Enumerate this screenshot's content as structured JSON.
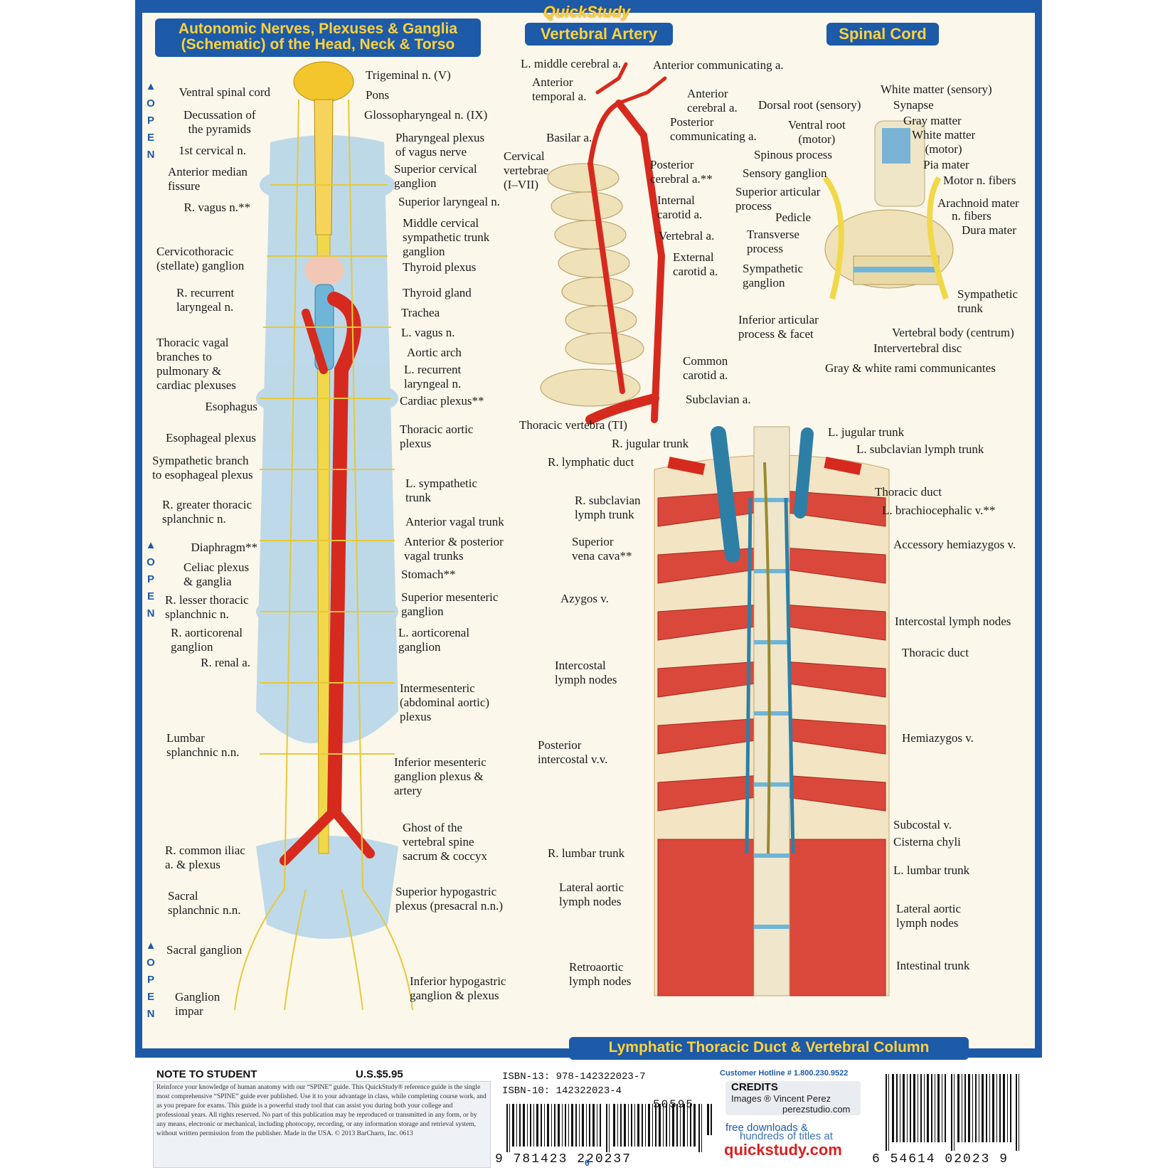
{
  "brand": "QuickStudy",
  "colors": {
    "frame": "#1d5aa8",
    "banner_text": "#ffd23a",
    "nerve": "#f0d84a",
    "artery": "#d62a1e",
    "vein": "#2e7fa6",
    "bone": "#efe1b8",
    "muscle": "#d9483a"
  },
  "sections": {
    "autonomic_title": [
      "Autonomic Nerves, Plexuses & Ganglia",
      "(Schematic) of the Head, Neck & Torso"
    ],
    "vertebral_artery_title": "Vertebral Artery",
    "spinal_cord_title": "Spinal Cord",
    "lymphatic_title": "Lymphatic Thoracic Duct & Vertebral Column"
  },
  "open_tab": "OPEN",
  "labels": {
    "autonomic_left": [
      "Ventral spinal cord",
      "Decussation of\nthe pyramids",
      "1st cervical n.",
      "Anterior median\nfissure",
      "R. vagus n.**",
      "Cervicothoracic\n(stellate) ganglion",
      "R. recurrent\nlaryngeal n.",
      "Thoracic vagal\nbranches to\npulmonary &\ncardiac plexuses",
      "Esophagus",
      "Esophageal plexus",
      "Sympathetic branch\nto esophageal plexus",
      "R. greater thoracic\nsplanchnic n.",
      "Diaphragm**",
      "Celiac plexus\n& ganglia",
      "R. lesser thoracic\nsplanchnic n.",
      "R. aorticorenal\nganglion",
      "R. renal a.",
      "Lumbar\nsplanchnic n.n.",
      "R. common iliac\na. & plexus",
      "Sacral\nsplanchnic n.n.",
      "Sacral ganglion",
      "Ganglion\nimpar"
    ],
    "autonomic_right": [
      "Trigeminal n. (V)",
      "Pons",
      "Glossopharyngeal n. (IX)",
      "Pharyngeal plexus\nof vagus nerve",
      "Superior cervical\nganglion",
      "Superior laryngeal n.",
      "Middle cervical\nsympathetic trunk\nganglion",
      "Thyroid plexus",
      "Thyroid gland",
      "Trachea",
      "L. vagus n.",
      "Aortic arch",
      "L. recurrent\nlaryngeal n.",
      "Cardiac plexus**",
      "Thoracic aortic\nplexus",
      "L. sympathetic\ntrunk",
      "Anterior vagal trunk",
      "Anterior & posterior\nvagal trunks",
      "Stomach**",
      "Superior mesenteric\nganglion",
      "L. aorticorenal\nganglion",
      "Intermesenteric\n(abdominal aortic)\nplexus",
      "Inferior mesenteric\nganglion plexus &\nartery",
      "Ghost of the\nvertebral spine\nsacrum & coccyx",
      "Superior hypogastric\nplexus (presacral n.n.)",
      "Inferior hypogastric\nganglion & plexus"
    ],
    "vertebral_artery": [
      "L. middle cerebral a.",
      "Anterior communicating a.",
      "Anterior\ntemporal a.",
      "Anterior\ncerebral a.",
      "Posterior\ncommunicating a.",
      "Basilar a.",
      "Cervical\nvertebrae\n(I–VII)",
      "Posterior\ncerebral a.**",
      "Internal\ncarotid a.",
      "Vertebral a.",
      "External\ncarotid a.",
      "Common\ncarotid a.",
      "Subclavian a.",
      "Thoracic vertebra (TI)"
    ],
    "spinal_cord": [
      "White matter (sensory)",
      "Dorsal root (sensory)",
      "Synapse",
      "Gray matter",
      "Ventral root\n(motor)",
      "White matter\n(motor)",
      "Spinous process",
      "Pia mater",
      "Sensory ganglion",
      "Motor n. fibers",
      "Superior articular\nprocess",
      "Arachnoid mater",
      "Pedicle",
      "n. fibers",
      "Dura mater",
      "Transverse\nprocess",
      "Sympathetic\nganglion",
      "Sympathetic\ntrunk",
      "Inferior articular\nprocess & facet",
      "Vertebral body (centrum)",
      "Intervertebral disc",
      "Gray & white rami communicantes"
    ],
    "lymphatic_left": [
      "R. jugular trunk",
      "R. lymphatic duct",
      "R. subclavian\nlymph trunk",
      "Superior\nvena cava**",
      "Azygos v.",
      "Intercostal\nlymph nodes",
      "Posterior\nintercostal v.v.",
      "R. lumbar trunk",
      "Lateral aortic\nlymph nodes",
      "Retroaortic\nlymph nodes"
    ],
    "lymphatic_right": [
      "L. jugular trunk",
      "L. subclavian lymph trunk",
      "Thoracic duct",
      "L. brachiocephalic v.**",
      "Accessory hemiazygos v.",
      "Intercostal lymph nodes",
      "Thoracic duct",
      "Hemiazygos v.",
      "Subcostal v.",
      "Cisterna chyli",
      "L. lumbar trunk",
      "Lateral aortic\nlymph nodes",
      "Intestinal trunk"
    ]
  },
  "footer": {
    "note_title": "NOTE TO STUDENT",
    "price": "U.S.$5.95",
    "note_body": "Reinforce your knowledge of human anatomy with our “SPINE” guide. This QuickStudy® reference guide is the single most comprehensive “SPINE” guide ever published. Use it to your advantage in class, while completing course work, and as you prepare for exams. This guide is a powerful study tool that can assist you during both your college and professional years. All rights reserved. No part of this publication may be reproduced or transmitted in any form, or by any means, electronic or mechanical, including photocopy, recording, or any information storage and retrieval system, without written permission from the publisher. Made in the USA. © 2013 BarCharts, Inc. 0613",
    "isbn13": "ISBN-13: 978-142322023-7",
    "isbn10": "ISBN-10: 142322023-4",
    "price_code": "50595",
    "barcode_isbn": "9 781423 220237",
    "hotline": "Customer Hotline # 1.800.230.9522",
    "credits_title": "CREDITS",
    "credits_line": "Images ® Vincent Perez",
    "credits_url": "perezstudio.com",
    "free_line1": "free downloads &",
    "free_line2": "hundreds of titles at",
    "site": "quickstudy.com",
    "upc": "6  54614  02023  9",
    "page": "6"
  }
}
